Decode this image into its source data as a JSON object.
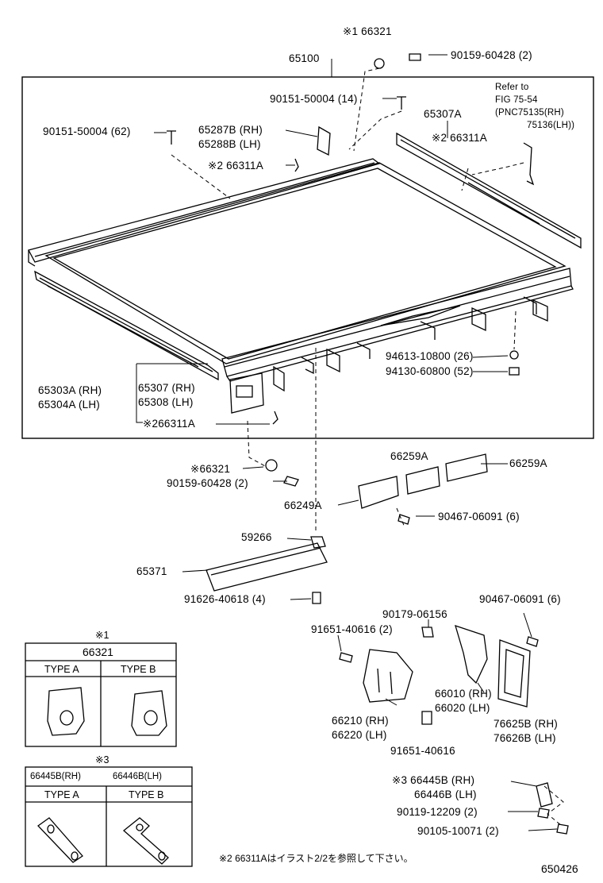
{
  "labels": {
    "l_66321_top": "※1 66321",
    "l_90159_top": "90159-60428 (2)",
    "l_65100": "65100",
    "l_90151_14": "90151-50004 (14)",
    "l_refer1": "Refer to",
    "l_refer2": "FIG 75-54",
    "l_refer3": "(PNC75135(RH)",
    "l_refer4": "75136(LH))",
    "l_65307A": "65307A",
    "l_66311A_right": "※2 66311A",
    "l_90151_62": "90151-50004 (62)",
    "l_65287B": "65287B (RH)",
    "l_65288B": "65288B (LH)",
    "l_66311A_left": "※2 66311A",
    "l_94613": "94613-10800 (26)",
    "l_94130": "94130-60800 (52)",
    "l_65303A": "65303A (RH)",
    "l_65304A": "65304A (LH)",
    "l_65307": "65307 (RH)",
    "l_65308": "65308 (LH)",
    "l_266311A": "※266311A",
    "l_66321_mid": "※66321",
    "l_90159_mid": "90159-60428 (2)",
    "l_66259A_1": "66259A",
    "l_66259A_2": "66259A",
    "l_66249A": "66249A",
    "l_90467_a": "90467-06091 (6)",
    "l_59266": "59266",
    "l_65371": "65371",
    "l_91626": "91626-40618 (4)",
    "l_90467_b": "90467-06091 (6)",
    "l_90179": "90179-06156",
    "l_91651_a": "91651-40616 (2)",
    "l_66010": "66010 (RH)",
    "l_66020": "66020 (LH)",
    "l_66210": "66210 (RH)",
    "l_66220": "66220 (LH)",
    "l_76625B": "76625B (RH)",
    "l_76626B": "76626B (LH)",
    "l_91651_b": "91651-40616",
    "l_66445B": "※3 66445B (RH)",
    "l_66446B": "66446B (LH)",
    "l_90119": "90119-12209 (2)",
    "l_90105": "90105-10071 (2)"
  },
  "table1": {
    "mark": "※1",
    "part": "66321",
    "type_a": "TYPE A",
    "type_b": "TYPE B"
  },
  "table3": {
    "mark": "※3",
    "part_rh": "66445B(RH)",
    "part_lh": "66446B(LH)",
    "type_a": "TYPE A",
    "type_b": "TYPE B"
  },
  "footnote": "※2  66311Aはイラスト2/2を参照して下さい。",
  "figure_code": "650426"
}
